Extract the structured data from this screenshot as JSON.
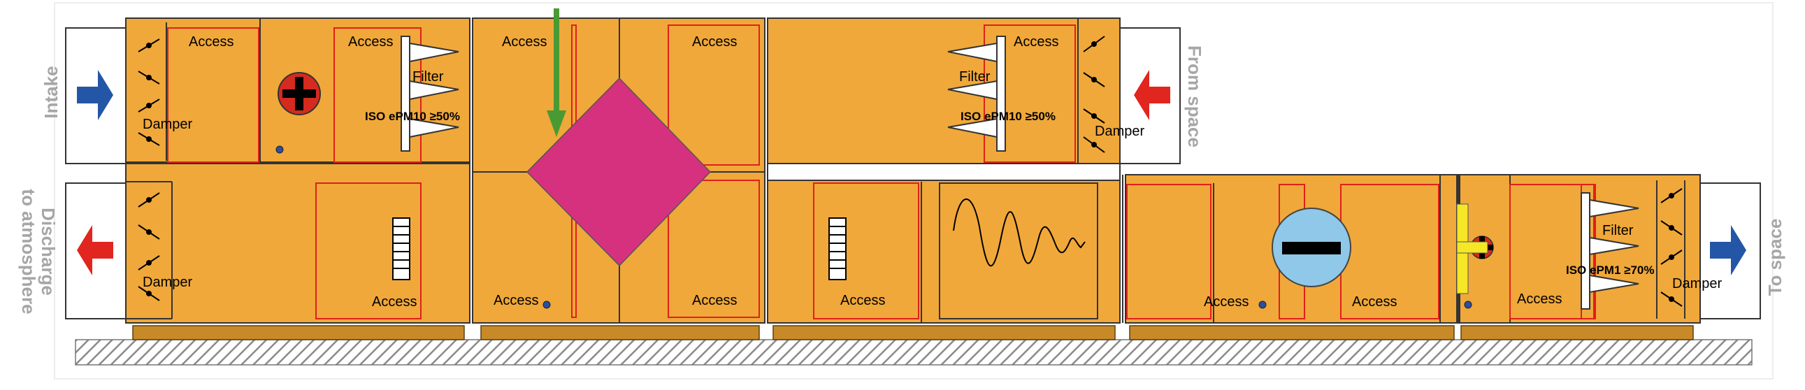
{
  "colors": {
    "unit_fill": "#F0A83A",
    "unit_stroke": "#3A3A3A",
    "section_line": "#E0201B",
    "heat_exchanger": "#D6317F",
    "fan": "#8FC8E8",
    "heater": "#D52A1E",
    "arrow_blue": "#2456A8",
    "arrow_red": "#E0261E",
    "arrow_green": "#4A9A33",
    "base": "#C88A28",
    "floor_hatch": "#8A8A8A",
    "port_label": "#A6A6A6",
    "indicator_yellow": "#F5E626",
    "dot_blue": "#2A4FA0"
  },
  "ports": {
    "intake": "Intake",
    "from_space": "From space",
    "discharge": "Discharge to atmosphere",
    "to_space": "To space"
  },
  "labels": {
    "access": "Access",
    "damper": "Damper",
    "filter": "Filter",
    "filter_class_epm10": "ISO ePM10 ≥50%",
    "filter_class_epm1": "ISO ePM1 ≥70%"
  },
  "icons": {
    "intake_arrow": "arrow-right-icon",
    "discharge_arrow": "arrow-left-icon",
    "from_space_arrow": "arrow-left-icon",
    "to_space_arrow": "arrow-right-icon",
    "heater": "heater-plus-icon",
    "cooler": "cooler-minus-icon",
    "fan": "fan-icon",
    "silencer": "sound-wave-icon",
    "heat_exchanger": "heat-exchanger-icon",
    "condensate": "drain-arrow-icon",
    "filter": "bag-filter-icon",
    "damper": "damper-blades-icon"
  }
}
